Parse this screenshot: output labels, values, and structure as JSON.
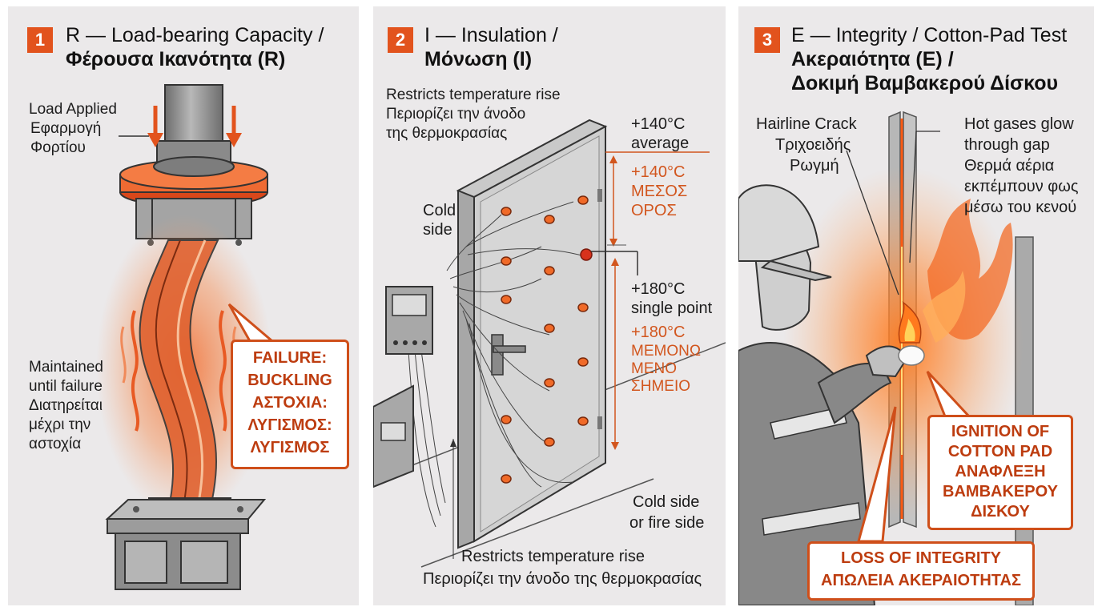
{
  "colors": {
    "panel_bg": "#ebe9ea",
    "accent": "#e2531d",
    "callout_text": "#bd3c0f",
    "heat": "#f2672a",
    "steel": "#9a9a9a"
  },
  "panel1": {
    "number": "1",
    "title_en": "R — Load-bearing Capacity /",
    "title_gr": "Φέρουσα Ικανότητα (R)",
    "load_label": [
      "Load Applied",
      "Εφαρμογή",
      "Φορτίου"
    ],
    "maintained_label": [
      "Maintained",
      "until failure",
      "Διατηρείται",
      "μέχρι την",
      "αστοχία"
    ],
    "failure_callout": [
      "FAILURE:",
      "BUCKLING",
      "ΑΣΤΟΧΙΑ:",
      "ΛΥΓΙΣΜΟΣ:",
      "ΛΥΓΙΣΜΟΣ"
    ]
  },
  "panel2": {
    "number": "2",
    "title_en": "I — Insulation /",
    "title_gr": "Μόνωση (I)",
    "restricts_top": [
      "Restricts temperature rise",
      "Περιορίζει την άνοδο",
      "της θερμοκρασίας"
    ],
    "cold_side": [
      "Cold",
      "side"
    ],
    "avg_en": [
      "+140°C",
      "average"
    ],
    "avg_gr": [
      "+140°C",
      "ΜΕΣΟΣ",
      "ΟΡΟΣ"
    ],
    "single_en": [
      "+180°C",
      "single point"
    ],
    "single_gr": [
      "+180°C",
      "ΜΕΜΟΝΩ",
      "ΜΕΝΟ",
      "ΣΗΜΕΙΟ"
    ],
    "cold_or_fire": [
      "Cold side",
      "or fire side"
    ],
    "restricts_bottom": [
      "Restricts temperature rise",
      "Περιορίζει την άνοδο της θερμοκρασίας"
    ]
  },
  "panel3": {
    "number": "3",
    "title_en": "E — Integrity / Cotton-Pad Test",
    "title_gr": [
      "Ακεραιότητα (E) /",
      "Δοκιμή Βαμβακερού Δίσκου"
    ],
    "crack_label": [
      "Hairline Crack",
      "Τριχοειδής",
      "Ρωγμή"
    ],
    "gas_label": [
      "Hot gases glow",
      "through gap",
      "Θερμά αέρια",
      "εκπέμπουν φως",
      "μέσω του κενού"
    ],
    "ignition_callout": [
      "IGNITION OF",
      "COTTON PAD",
      "ΑΝΑΦΛΕΞΗ",
      "ΒΑΜΒΑΚΕΡΟΥ",
      "ΔΙΣΚΟΥ"
    ],
    "integrity_callout": [
      "LOSS OF INTEGRITY",
      "ΑΠΩΛΕΙΑ ΑΚΕΡΑΙΟΤΗΤΑΣ"
    ]
  }
}
